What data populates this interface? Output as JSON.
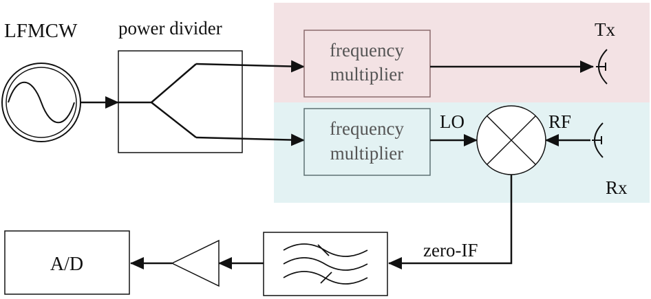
{
  "labels": {
    "source": "LFMCW",
    "divider": "power divider",
    "tx": "Tx",
    "rx": "Rx",
    "lo": "LO",
    "rf": "RF",
    "zero_if": "zero-IF",
    "ad": "A/D"
  },
  "blocks": {
    "tx_multiplier": {
      "line1": "frequency",
      "line2": "multiplier"
    },
    "rx_multiplier": {
      "line1": "frequency",
      "line2": "multiplier"
    }
  },
  "colors": {
    "tx_region": "#f3e2e4",
    "rx_region": "#e3f2f3",
    "tx_region_line": "#8a6a6c",
    "rx_region_line": "#5d6f72",
    "stroke": "#111111"
  }
}
